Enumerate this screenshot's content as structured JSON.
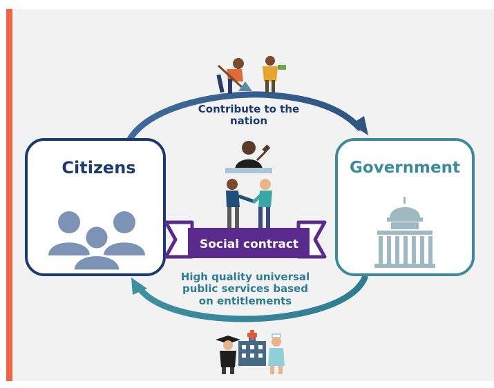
{
  "diagram": {
    "citizens_label": "Citizens",
    "government_label": "Government",
    "contribute_label": "Contribute to the nation",
    "services_label": "High quality universal public services based on entitlements",
    "social_contract_label": "Social contract"
  },
  "colors": {
    "accent": "#f06446",
    "citizens_blue": "#1a3a70",
    "government_teal": "#3d8a9c",
    "ribbon_purple": "#5a2a8c",
    "people_grey": "#7c93b6",
    "capitol_grey": "#9fb9c3"
  },
  "icons": [
    "worker-shovel-icon",
    "person-money-icon",
    "judge-gavel-icon",
    "handshake-icon",
    "people-group-icon",
    "capitol-building-icon",
    "graduate-icon",
    "hospital-icon",
    "nurse-icon"
  ]
}
